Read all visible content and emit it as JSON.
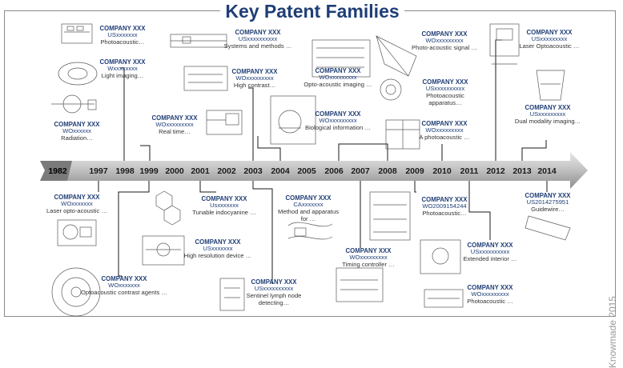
{
  "title": "Key Patent Families",
  "watermark": "Knowmade 2015",
  "years": [
    "1982",
    "1997",
    "1998",
    "1999",
    "2000",
    "2001",
    "2002",
    "2003",
    "2004",
    "2005",
    "2006",
    "2007",
    "2008",
    "2009",
    "2010",
    "2011",
    "2012",
    "2013",
    "2014"
  ],
  "entries": [
    {
      "company": "COMPANY XXX",
      "number": "USxxxxxxx",
      "desc": "Photoacoustic…"
    },
    {
      "company": "COMPANY XXX",
      "number": "Wxxxxxxxx",
      "desc": "Light imaging…"
    },
    {
      "company": "COMPANY XXX",
      "number": "WOxxxxxx",
      "desc": "Radiation…"
    },
    {
      "company": "COMPANY XXX",
      "number": "USxxxxxxxxxx",
      "desc": "Systems and methods …"
    },
    {
      "company": "COMPANY XXX",
      "number": "WOxxxxxxxxx",
      "desc": "High contrast…"
    },
    {
      "company": "COMPANY XXX",
      "number": "WOxxxxxxxxx",
      "desc": "Real time…"
    },
    {
      "company": "COMPANY XXX",
      "number": "WOxxxxxxxxx",
      "desc": "Opto-acoustic imaging …"
    },
    {
      "company": "COMPANY XXX",
      "number": "WOxxxxxxxxx",
      "desc": "Biological information …"
    },
    {
      "company": "COMPANY XXX",
      "number": "WOxxxxxxxxx",
      "desc": "Photo-acoustic signal …"
    },
    {
      "company": "COMPANY XXX",
      "number": "USxxxxxxxxxx",
      "desc": "Photoacoustic apparatus…"
    },
    {
      "company": "COMPANY XXX",
      "number": "WOxxxxxxxxx",
      "desc": "A photoacoustic …"
    },
    {
      "company": "COMPANY XXX",
      "number": "USxxxxxxxxx",
      "desc": "Laser Optoacoustic …"
    },
    {
      "company": "COMPANY XXX",
      "number": "USxxxxxxxxx",
      "desc": "Dual modality imaging…"
    },
    {
      "company": "COMPANY XXX",
      "number": "WOxxxxxxx",
      "desc": "Laser opto-acoustic …"
    },
    {
      "company": "COMPANY XXX",
      "number": "WOxxxxxxx",
      "desc": "Optoacoustic contrast agents …"
    },
    {
      "company": "COMPANY XXX",
      "number": "Usxxxxxxx",
      "desc": "Tunable indocyanine …"
    },
    {
      "company": "COMPANY XXX",
      "number": "USxxxxxxx",
      "desc": "High resolution device …"
    },
    {
      "company": "COMPANY XXX",
      "number": "USxxxxxxxxxx",
      "desc": "Sentinel lymph node detecting…"
    },
    {
      "company": "COMPANY XXX",
      "number": "CAxxxxxxx",
      "desc": "Method and apparatus for …"
    },
    {
      "company": "COMPANY XXX",
      "number": "WOxxxxxxxxx",
      "desc": "Timing controller …"
    },
    {
      "company": "COMPANY XXX",
      "number": "WO2009154244",
      "desc": "Photoacoustic…"
    },
    {
      "company": "COMPANY XXX",
      "number": "USxxxxxxxxxx",
      "desc": "Extended interior …"
    },
    {
      "company": "COMPANY XXX",
      "number": "WOxxxxxxxxx",
      "desc": "Photoacoustic …"
    },
    {
      "company": "COMPANY XXX",
      "number": "US2014275951",
      "desc": "Guidewire…"
    }
  ]
}
